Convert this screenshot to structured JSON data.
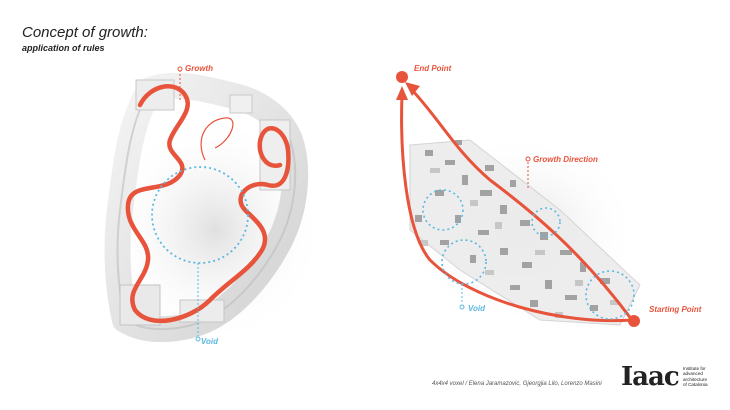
{
  "header": {
    "title": "Concept of growth:",
    "subtitle": "application of rules"
  },
  "left_diagram": {
    "growth_label": "Growth",
    "void_label": "Void"
  },
  "right_diagram": {
    "end_point_label": "End Point",
    "growth_direction_label": "Growth Direction",
    "void_label": "Void",
    "starting_point_label": "Starting Point"
  },
  "footer": {
    "credit": "4x4x4 voxel / Elena Jaramazovic, Gjeorgjia Lilo, Lorenzo Masini",
    "logo_text": "Iaac",
    "logo_lines": [
      "Institute for",
      "advanced",
      "architecture",
      "of Catalonia"
    ]
  },
  "colors": {
    "accent_red": "#e8533b",
    "void_blue": "#5bb8e0",
    "text_dark": "#222222"
  }
}
